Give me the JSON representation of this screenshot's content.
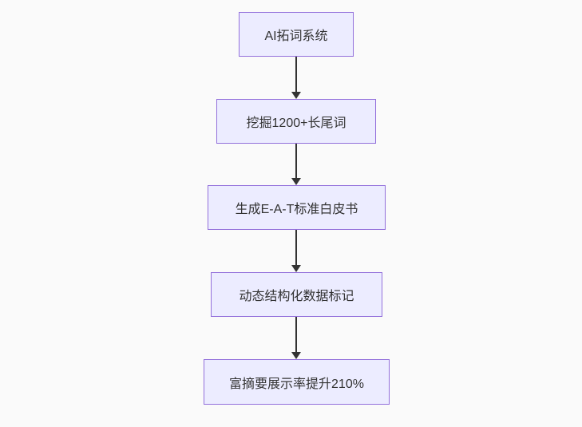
{
  "diagram": {
    "type": "flowchart",
    "direction": "top-down",
    "nodes": [
      {
        "id": "n1",
        "label": "AI拓词系统"
      },
      {
        "id": "n2",
        "label": "挖掘1200+长尾词"
      },
      {
        "id": "n3",
        "label": "生成E-A-T标准白皮书"
      },
      {
        "id": "n4",
        "label": "动态结构化数据标记"
      },
      {
        "id": "n5",
        "label": "富摘要展示率提升210%"
      }
    ],
    "edges": [
      {
        "from": "n1",
        "to": "n2"
      },
      {
        "from": "n2",
        "to": "n3"
      },
      {
        "from": "n3",
        "to": "n4"
      },
      {
        "from": "n4",
        "to": "n5"
      }
    ],
    "colors": {
      "node_fill": "#ECECFF",
      "node_border": "#9370DB",
      "arrow": "#333333",
      "text": "#333333",
      "background": "#fafafa"
    }
  }
}
